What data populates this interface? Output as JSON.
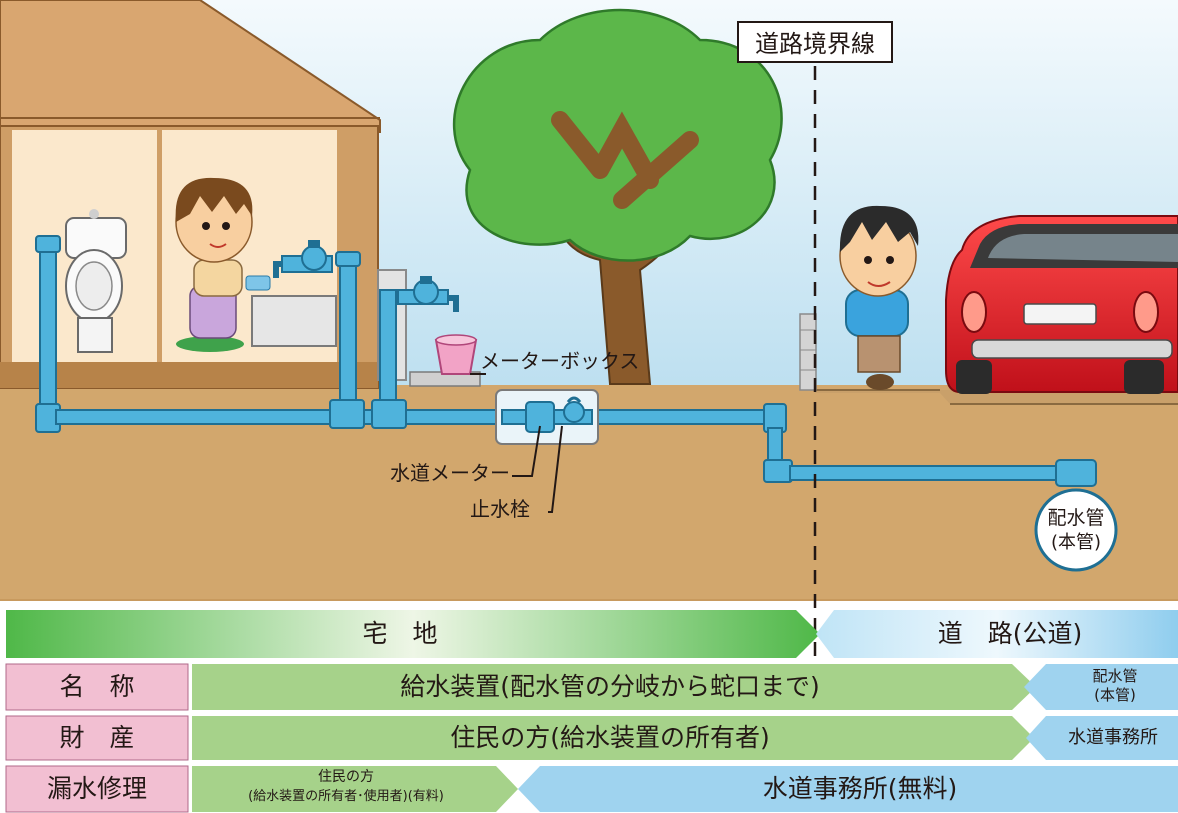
{
  "labels": {
    "road_boundary": "道路境界線",
    "meter_box": "メーターボックス",
    "water_meter": "水道メーター",
    "stop_valve": "止水栓",
    "main_pipe_line1": "配水管",
    "main_pipe_line2": "(本管)"
  },
  "zones": {
    "private": "宅　地",
    "road": "道　路(公道)"
  },
  "rows": {
    "name": {
      "label": "名　称",
      "private": "給水装置(配水管の分岐から蛇口まで)",
      "road_line1": "配水管",
      "road_line2": "(本管)"
    },
    "property": {
      "label": "財　産",
      "private": "住民の方(給水装置の所有者)",
      "road": "水道事務所"
    },
    "leak_repair": {
      "label": "漏水修理",
      "private_line1": "住民の方",
      "private_line2": "(給水装置の所有者･使用者)(有料)",
      "road": "水道事務所(無料)"
    }
  },
  "colors": {
    "sky": "#d6ecf5",
    "ground": "#d2a76d",
    "pipe": "#4fb3dc",
    "green_bar": "#a6d28a",
    "blue_bar": "#9fd3ef",
    "pink_label": "#f2bfd2"
  }
}
